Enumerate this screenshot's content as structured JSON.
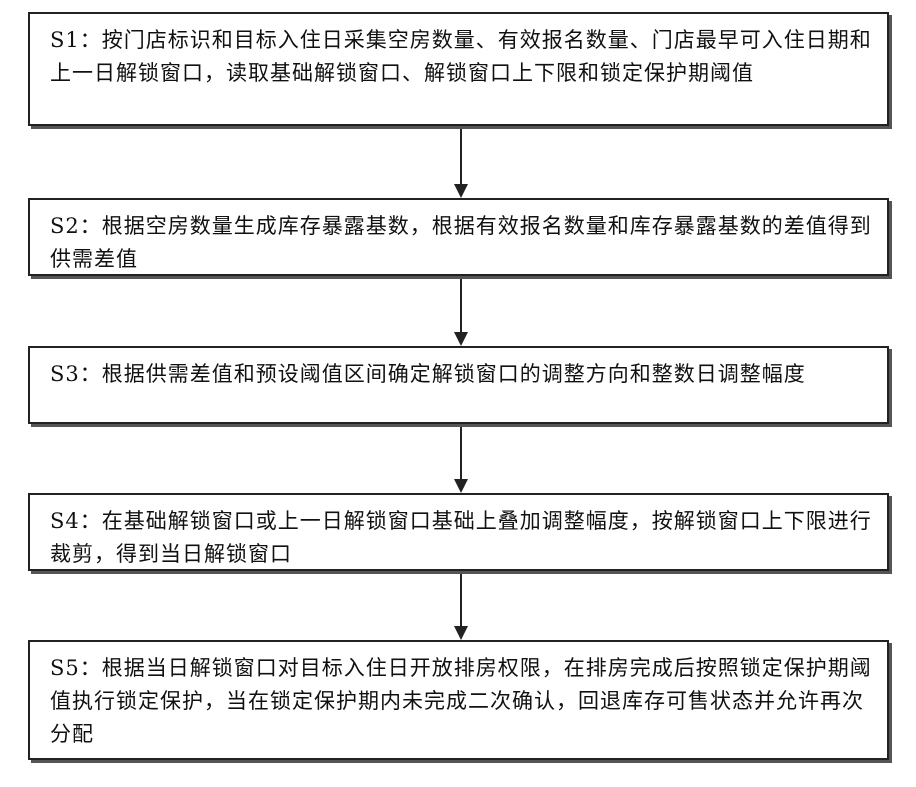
{
  "steps": [
    {
      "id": "S1",
      "text": "S1：按门店标识和目标入住日采集空房数量、有效报名数量、门店最早可入住日期和上一日解锁窗口，读取基础解锁窗口、解锁窗口上下限和锁定保护期阈值"
    },
    {
      "id": "S2",
      "text": "S2：根据空房数量生成库存暴露基数，根据有效报名数量和库存暴露基数的差值得到供需差值"
    },
    {
      "id": "S3",
      "text": "S3：根据供需差值和预设阈值区间确定解锁窗口的调整方向和整数日调整幅度"
    },
    {
      "id": "S4",
      "text": "S4：在基础解锁窗口或上一日解锁窗口基础上叠加调整幅度，按解锁窗口上下限进行裁剪，得到当日解锁窗口"
    },
    {
      "id": "S5",
      "text": "S5：根据当日解锁窗口对目标入住日开放排房权限，在排房完成后按照锁定保护期阈值执行锁定保护，当在锁定保护期内未完成二次确认，回退库存可售状态并允许再次分配"
    }
  ],
  "colors": {
    "border": "#222222",
    "shadow": "#555555",
    "text": "#111111",
    "background": "#ffffff"
  }
}
